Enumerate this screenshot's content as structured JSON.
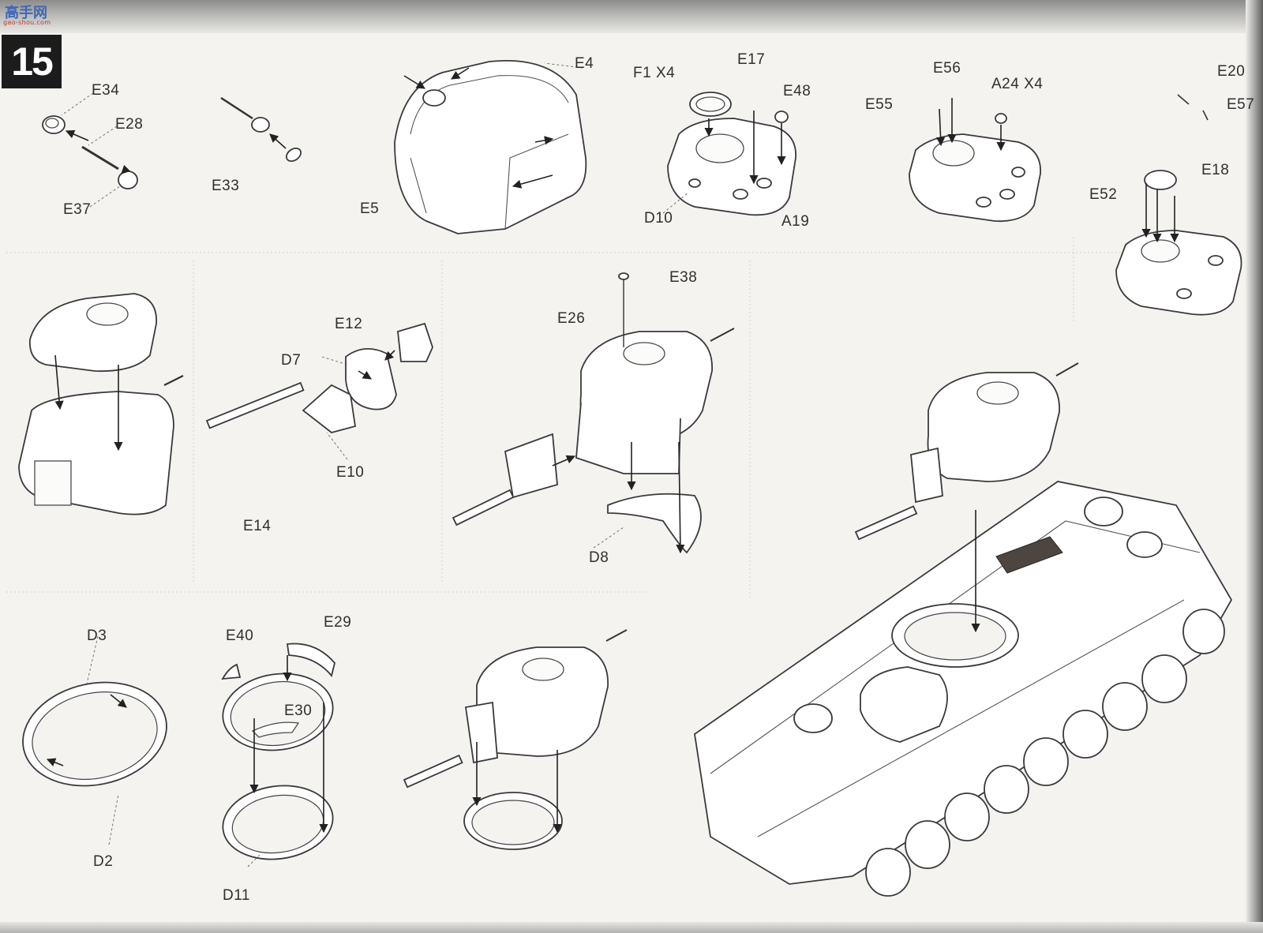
{
  "step": {
    "number": "15"
  },
  "watermark": {
    "glyph": "高手网",
    "url": "gao-shou.com"
  },
  "labels": {
    "E34": "E34",
    "E28": "E28",
    "E37": "E37",
    "E33": "E33",
    "E4": "E4",
    "E5": "E5",
    "F1x4": "F1 X4",
    "E17": "E17",
    "E48": "E48",
    "D10": "D10",
    "A19": "A19",
    "E56": "E56",
    "A24x4": "A24 X4",
    "E55": "E55",
    "E20": "E20",
    "E57": "E57",
    "E18": "E18",
    "E52": "E52",
    "E12": "E12",
    "D7": "D7",
    "E10": "E10",
    "E14": "E14",
    "E38": "E38",
    "E26": "E26",
    "D8": "D8",
    "D3": "D3",
    "D2": "D2",
    "E40": "E40",
    "E29": "E29",
    "E30": "E30",
    "D11": "D11"
  }
}
